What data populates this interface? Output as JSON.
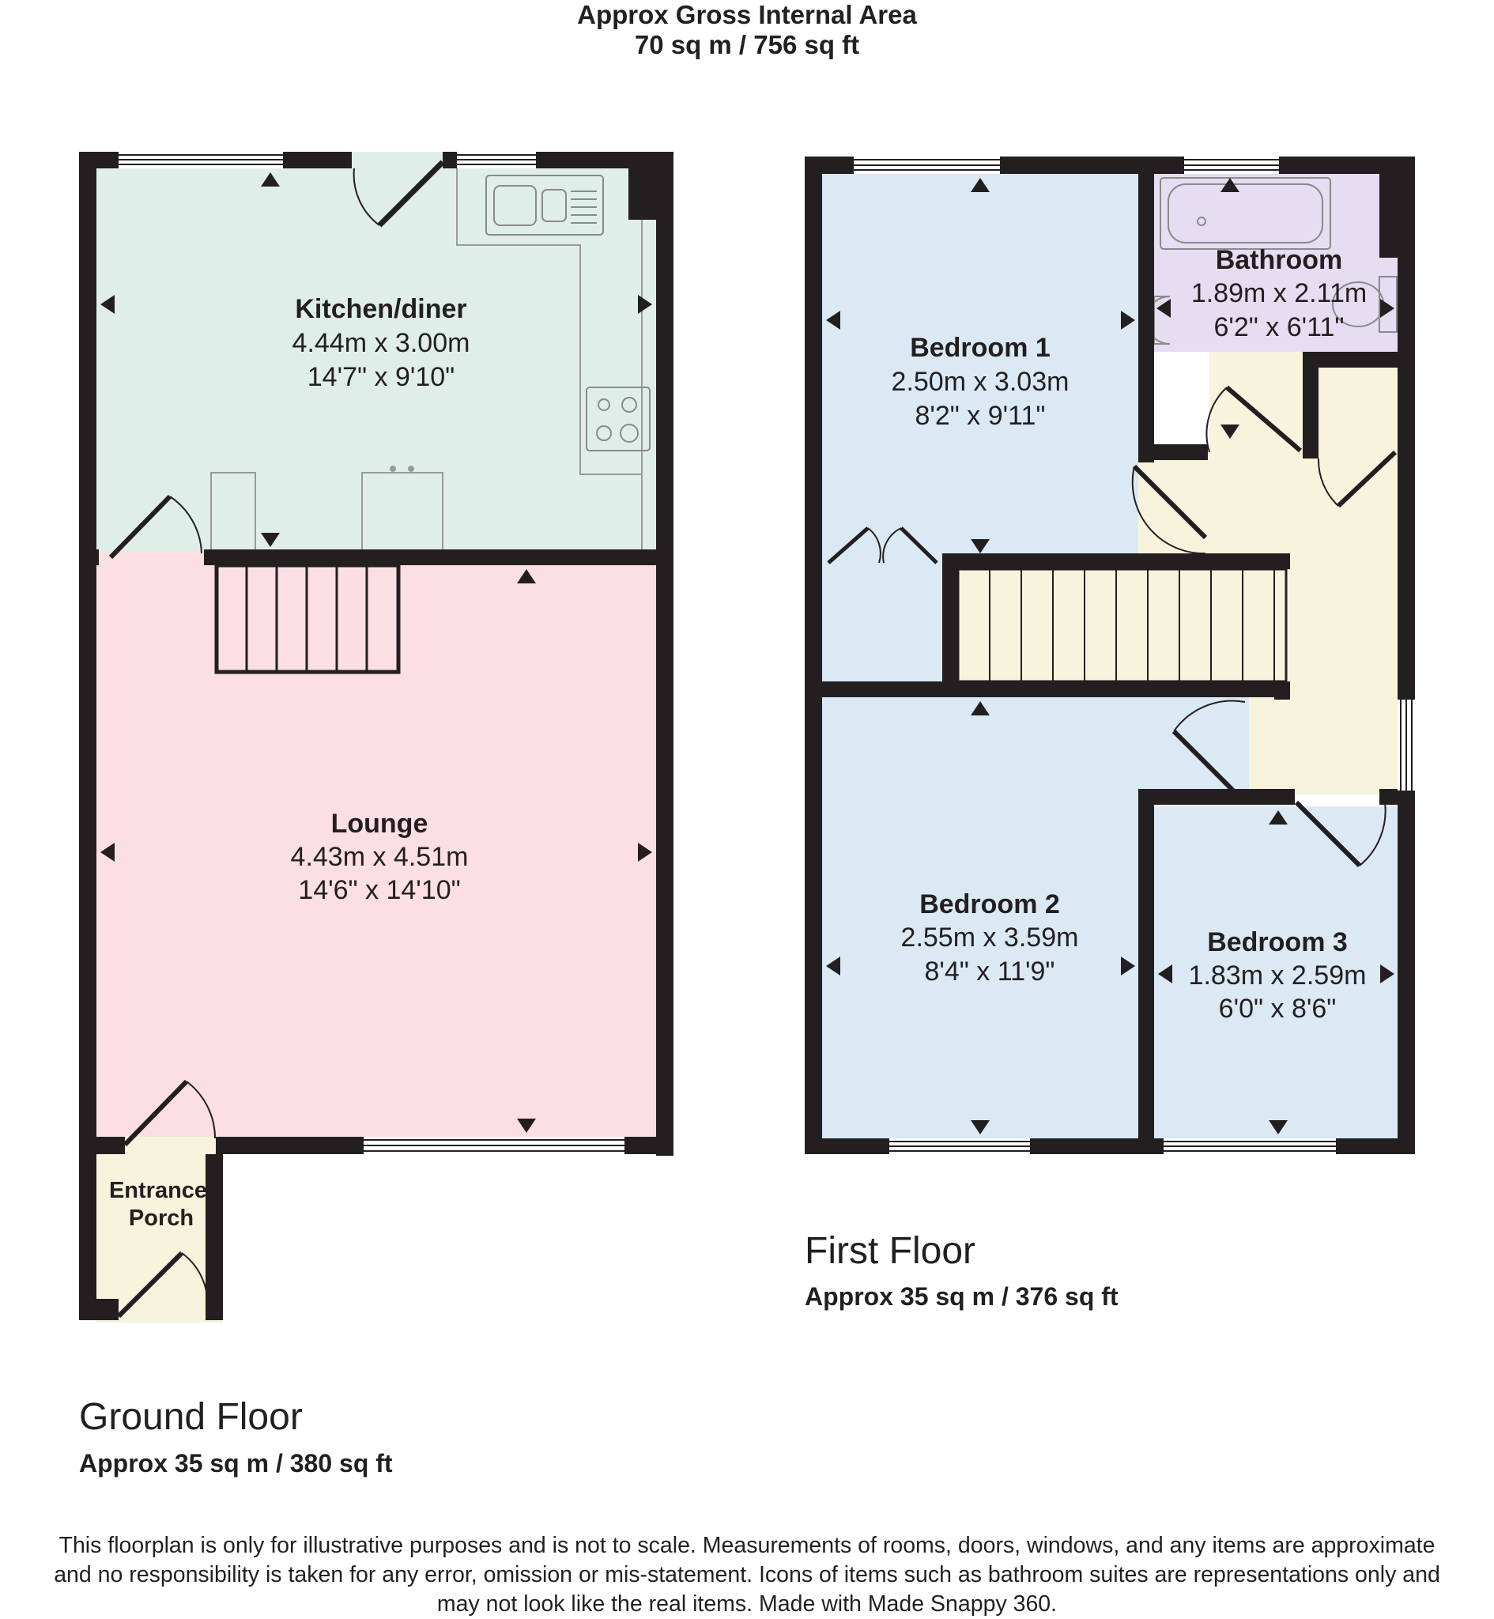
{
  "header": {
    "title": "Approx Gross Internal Area",
    "area": "70 sq m / 756 sq ft"
  },
  "ground_floor": {
    "title": "Ground Floor",
    "area": "Approx 35 sq m / 380 sq ft",
    "rooms": {
      "kitchen": {
        "name": "Kitchen/diner",
        "metric": "4.44m x 3.00m",
        "imperial": "14'7\" x 9'10\""
      },
      "lounge": {
        "name": "Lounge",
        "metric": "4.43m x 4.51m",
        "imperial": "14'6\" x 14'10\""
      },
      "porch": {
        "name_line1": "Entrance",
        "name_line2": "Porch"
      }
    }
  },
  "first_floor": {
    "title": "First Floor",
    "area": "Approx 35 sq m / 376 sq ft",
    "rooms": {
      "bedroom1": {
        "name": "Bedroom 1",
        "metric": "2.50m x 3.03m",
        "imperial": "8'2\" x 9'11\""
      },
      "bathroom": {
        "name": "Bathroom",
        "metric": "1.89m x 2.11m",
        "imperial": "6'2\" x 6'11\""
      },
      "bedroom2": {
        "name": "Bedroom 2",
        "metric": "2.55m x 3.59m",
        "imperial": "8'4\" x 11'9\""
      },
      "bedroom3": {
        "name": "Bedroom 3",
        "metric": "1.83m x 2.59m",
        "imperial": "6'0\" x 8'6\""
      }
    }
  },
  "colors": {
    "wall": "#231f20",
    "kitchen": "#dfeee8",
    "lounge": "#fbdfe3",
    "porch": "#f7f3dc",
    "bedroom": "#dbe9f5",
    "bathroom": "#e5ddf1",
    "landing": "#f7f3dc"
  },
  "disclaimer": {
    "line1": "This floorplan is only for illustrative purposes and is not to scale. Measurements of rooms, doors, windows, and any items are approximate",
    "line2": "and no responsibility is taken for any error, omission or mis-statement. Icons of items such as bathroom suites are representations only and",
    "line3": "may not look like the real items. Made with Made Snappy 360."
  }
}
